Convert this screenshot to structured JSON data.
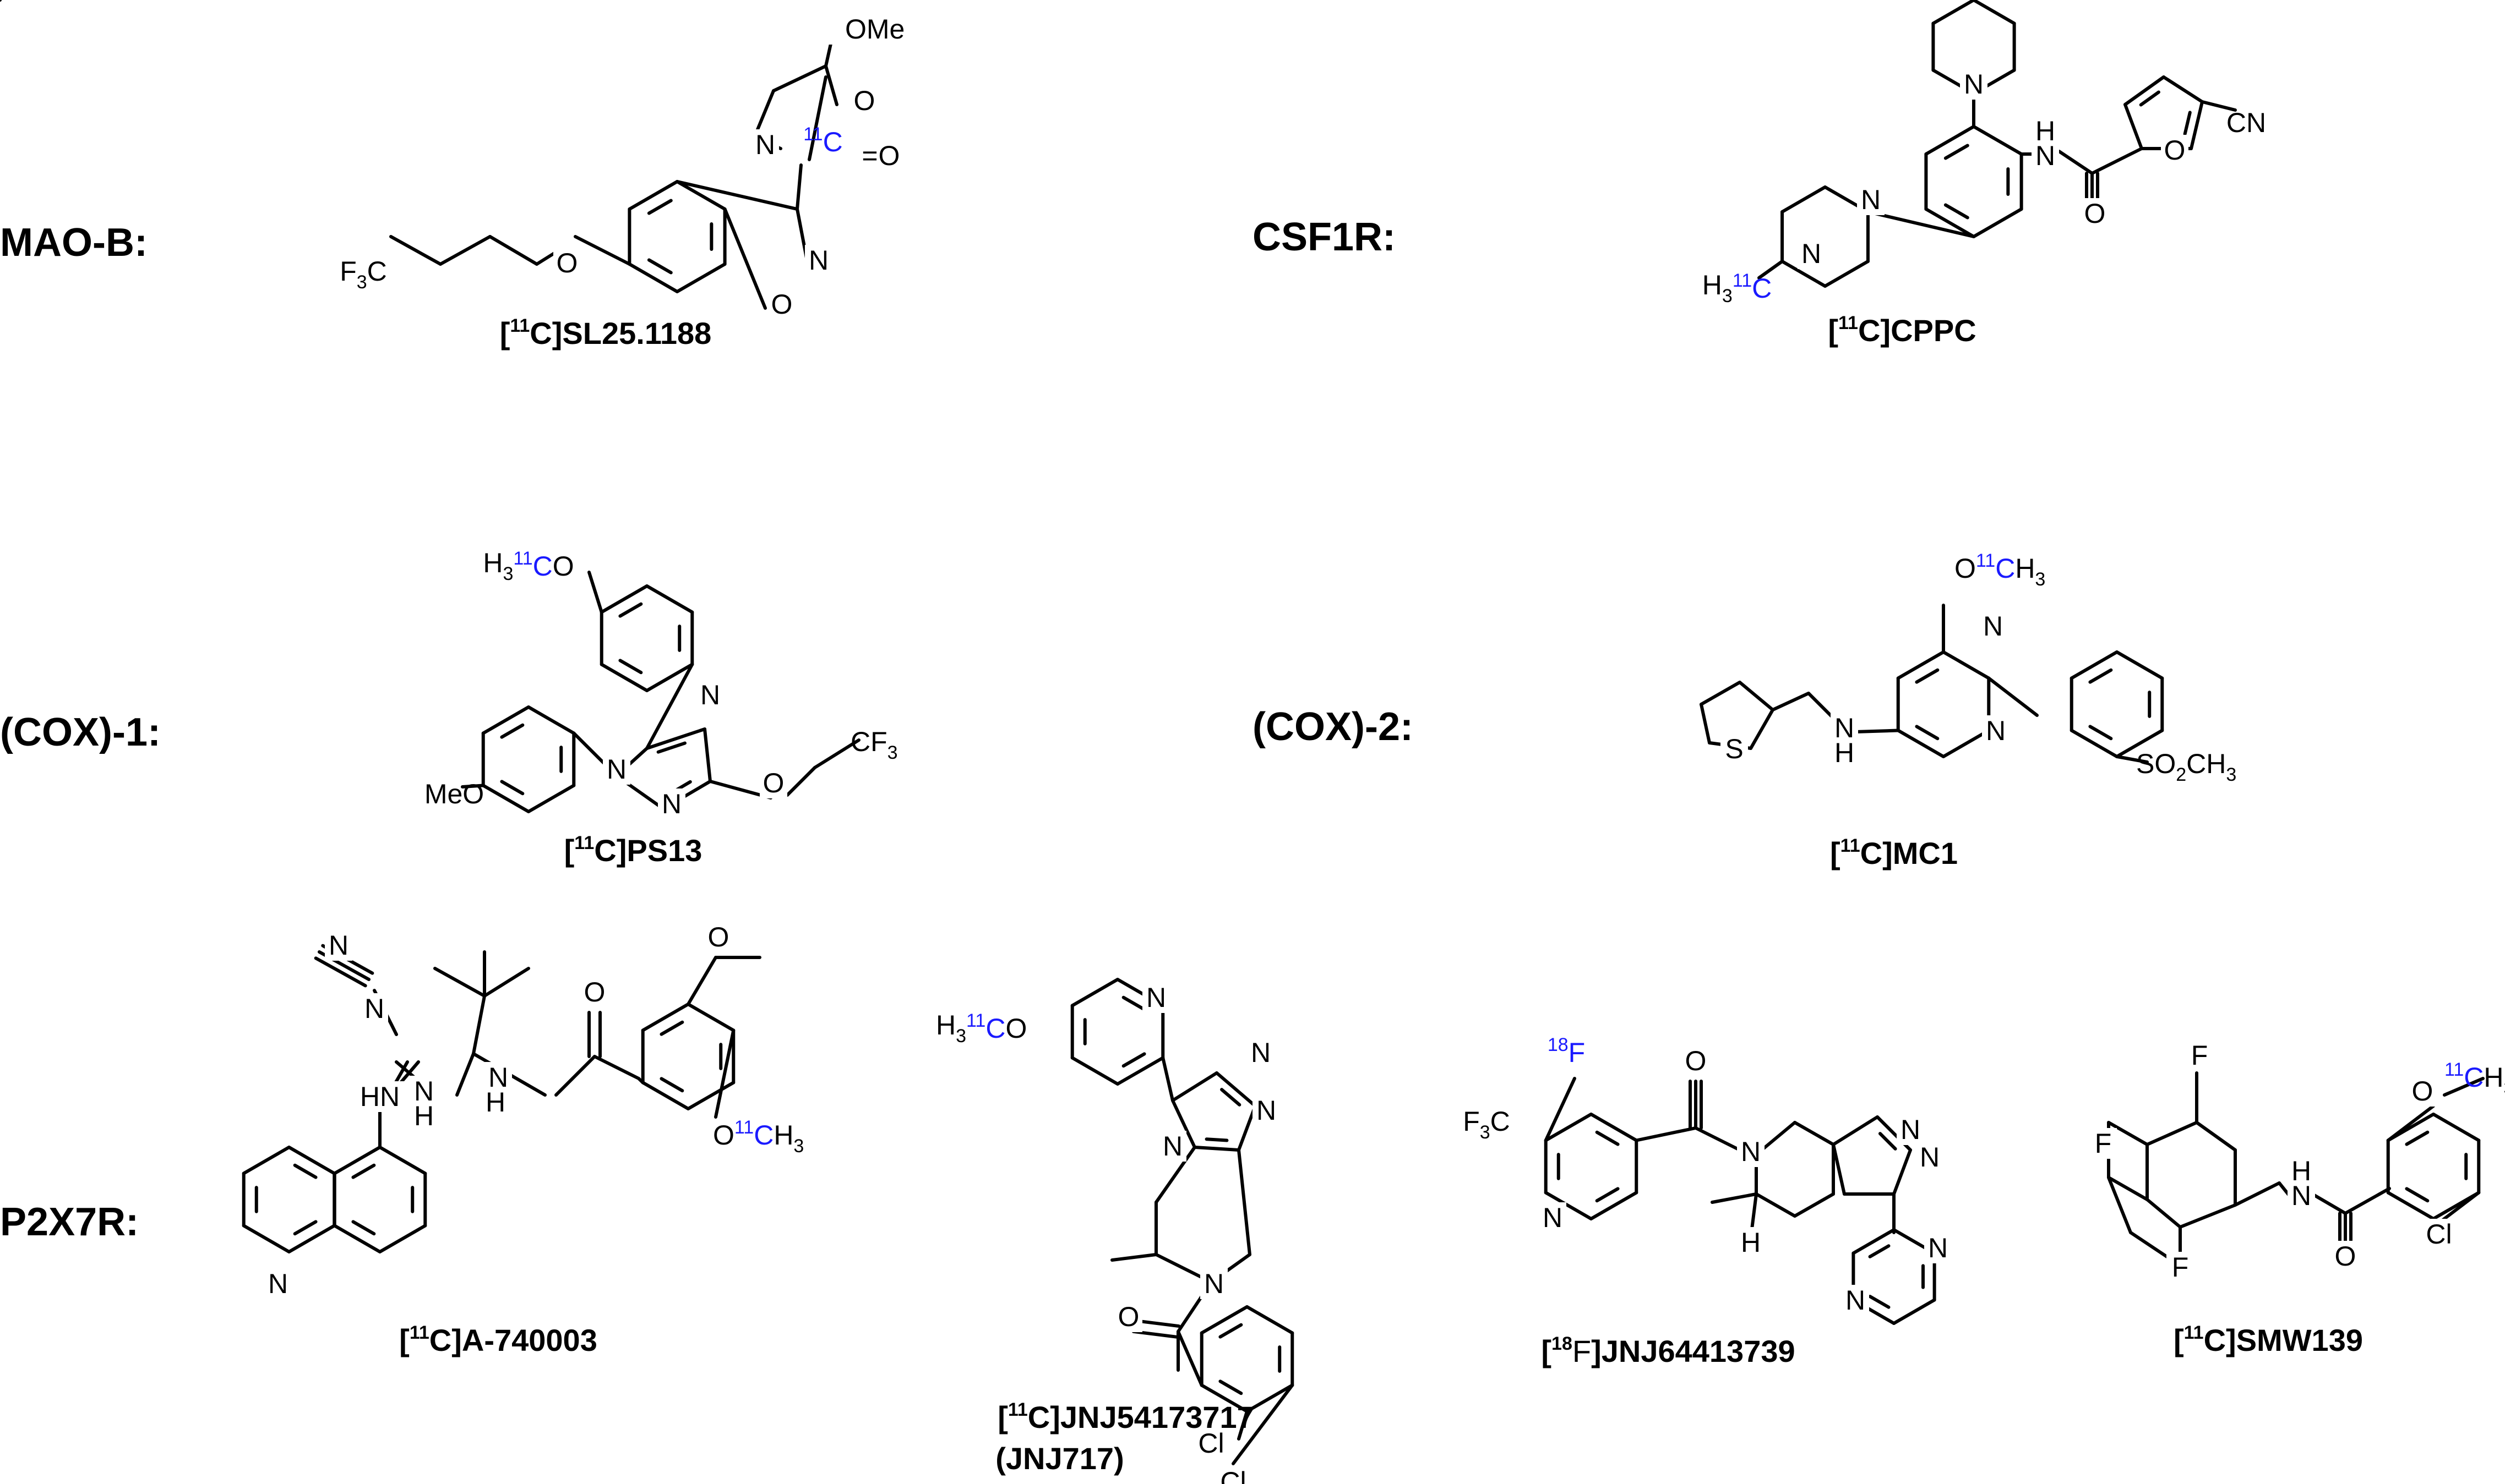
{
  "accent_color": "#1a1aff",
  "groups": [
    {
      "id": "maob",
      "label": "MAO-B:"
    },
    {
      "id": "csf1r",
      "label": "CSF1R:"
    },
    {
      "id": "cox1",
      "label": "(COX)-1:"
    },
    {
      "id": "cox2",
      "label": "(COX)-2:"
    },
    {
      "id": "p2x7r",
      "label": "P2X7R:"
    }
  ],
  "compounds": [
    {
      "id": "sl25",
      "isotope": "11",
      "element": "C",
      "name": "SL25.1188",
      "name2": ""
    },
    {
      "id": "cppc",
      "isotope": "11",
      "element": "C",
      "name": "CPPC",
      "name2": ""
    },
    {
      "id": "ps13",
      "isotope": "11",
      "element": "C",
      "name": "PS13",
      "name2": ""
    },
    {
      "id": "mc1",
      "isotope": "11",
      "element": "C",
      "name": "MC1",
      "name2": ""
    },
    {
      "id": "a740",
      "isotope": "11",
      "element": "C",
      "name": "A-740003",
      "name2": ""
    },
    {
      "id": "jnj717",
      "isotope": "11",
      "element": "C",
      "name": "JNJ54173717",
      "name2": "(JNJ717)"
    },
    {
      "id": "jnj644",
      "isotope": "18",
      "element": "F",
      "name": "JNJ64413739",
      "name2": ""
    },
    {
      "id": "smw139",
      "isotope": "11",
      "element": "C",
      "name": "SMW139",
      "name2": ""
    }
  ],
  "atoms": {
    "ome": "OMe",
    "o": "O",
    "n": "N",
    "f": "F",
    "h": "H",
    "s": "S",
    "cl": "Cl",
    "nh": "NH",
    "hn": "HN",
    "cn": "CN",
    "meo": "MeO",
    "c": "C",
    "h3": "H",
    "sub3": "3",
    "sub2": "2",
    "iso11": "11",
    "iso18": "18",
    "eq": "=",
    "so": "SO",
    "ch": "CH",
    "f3c": "F",
    "cf": "CF"
  }
}
